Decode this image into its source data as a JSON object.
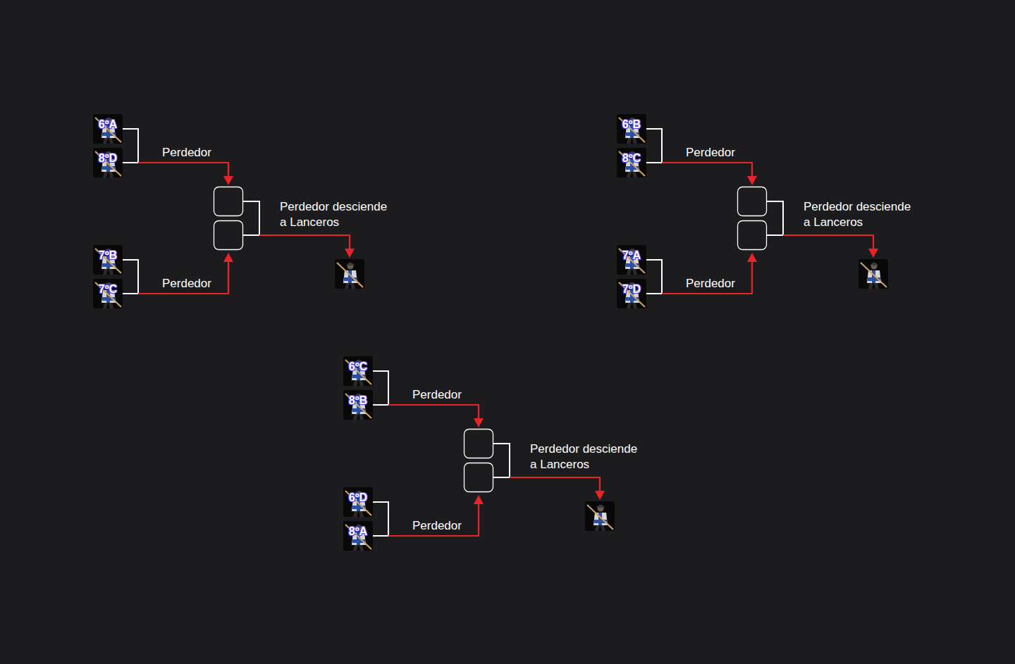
{
  "diagram": {
    "nodes": [
      {
        "text": [
          "6ºA"
        ]
      },
      {
        "text": [
          "8ºD"
        ]
      },
      {
        "text": [
          "7ºB"
        ]
      },
      {
        "text": [
          "7ºC"
        ]
      },
      {
        "text": [
          "6ºB"
        ]
      },
      {
        "text": [
          "8ºC"
        ]
      },
      {
        "text": [
          "7ºA"
        ]
      },
      {
        "text": [
          "7ºD"
        ]
      },
      {
        "text": [
          "6ºC"
        ]
      },
      {
        "text": [
          "8ºB"
        ]
      },
      {
        "text": [
          "6ºD"
        ]
      },
      {
        "text": [
          "8ºA"
        ]
      }
    ],
    "labels": [
      "Perdedor",
      "Perdedor",
      "Perdedor desciende a Lanceros",
      "Perdedor",
      "Perdedor",
      "Perdedor desciende a Lanceros",
      "Perdedor",
      "Perdedor",
      "Perdedor desciende a Lanceros"
    ]
  }
}
